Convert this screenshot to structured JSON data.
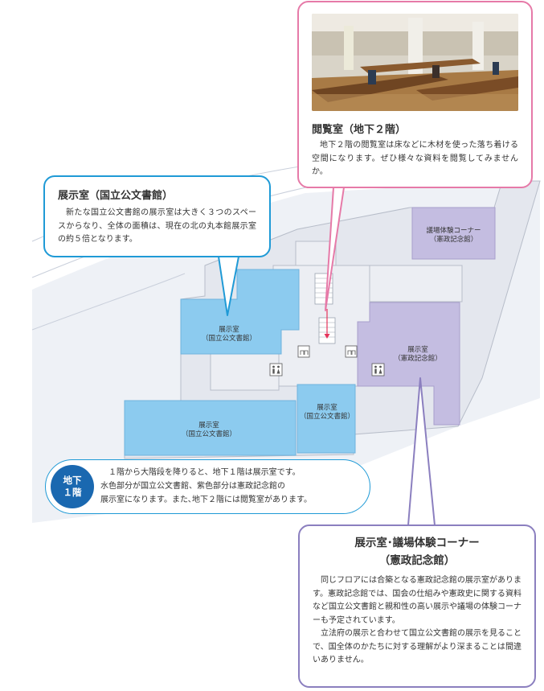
{
  "callouts": {
    "exhibit": {
      "title": "展示室（国立公文書館）",
      "body": "新たな国立公文書館の展示室は大きく３つのスペースからなり、全体の面積は、現在の北の丸本館展示室の約５倍となります。"
    },
    "reading": {
      "title": "閲覧室（地下２階）",
      "body": "地下２階の閲覧室は床などに木材を使った落ち着ける空間になります。ぜひ様々な資料を閲覧してみませんか。"
    },
    "kensei": {
      "title_line1": "展示室･議場体験コーナー",
      "title_line2": "（憲政記念館）",
      "body1": "同じフロアには合築となる憲政記念館の展示室があります。憲政記念館では、国会の仕組みや憲政史に関する資料など国立公文書館と親和性の高い展示や議場の体験コーナーも予定されています。",
      "body2": "立法府の展示と合わせて国立公文書館の展示を見ることで、国全体のかたちに対する理解がより深まることは間違いありません。"
    },
    "b1": {
      "badge_line1": "地下",
      "badge_line2": "１階",
      "line1": "１階から大階段を降りると、地下１階は展示室です。",
      "line2": "水色部分が国立公文書館、紫色部分は憲政記念館の",
      "line3": "展示室になります。また､地下２階には閲覧室があります。"
    }
  },
  "rooms": {
    "exhibit_a": {
      "line1": "展示室",
      "line2": "（国立公文書館）"
    },
    "exhibit_b": {
      "line1": "展示室",
      "line2": "（国立公文書館）"
    },
    "exhibit_c": {
      "line1": "展示室",
      "line2": "（国立公文書館）"
    },
    "kensei_exhibit": {
      "line1": "展示室",
      "line2": "（憲政記念館）"
    },
    "assembly_corner": {
      "line1": "議場体験コーナー",
      "line2": "（憲政記念館）"
    }
  },
  "colors": {
    "archives_blue": "#8ccbef",
    "kensei_purple": "#c4bde1",
    "blue_border": "#1f9ad6",
    "pink_border": "#e67aa8",
    "purple_border": "#8b7fbf",
    "badge_blue": "#1a68b0"
  },
  "icons": [
    "elevator-icon",
    "restroom-icon",
    "stairs-icon"
  ]
}
